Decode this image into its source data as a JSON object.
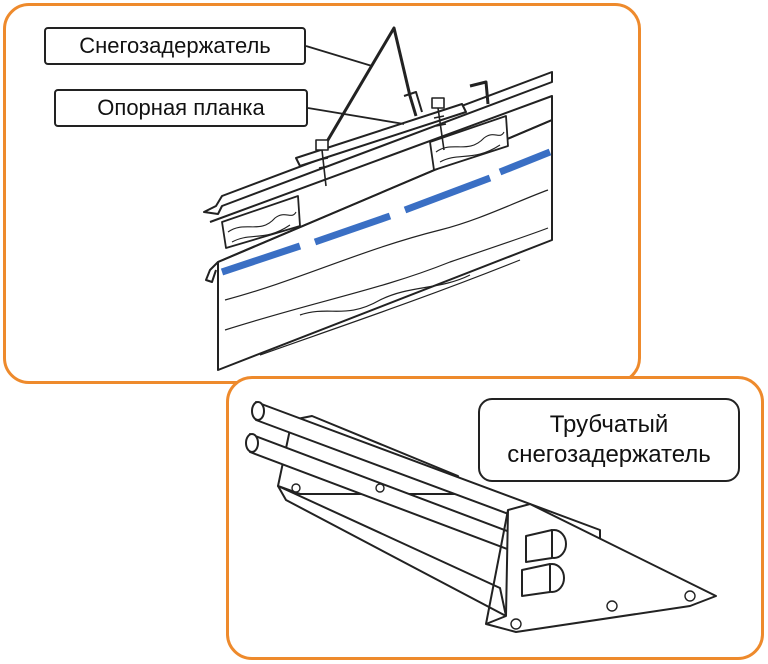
{
  "labels": {
    "snow_guard": "Снегозадержатель",
    "support_bar": "Опорная планка",
    "tubular_line1": "Трубчатый",
    "tubular_line2": "снегозадержатель"
  },
  "colors": {
    "frame": "#ee8a2c",
    "stripe": "#3a6fc4",
    "line": "#222222"
  }
}
